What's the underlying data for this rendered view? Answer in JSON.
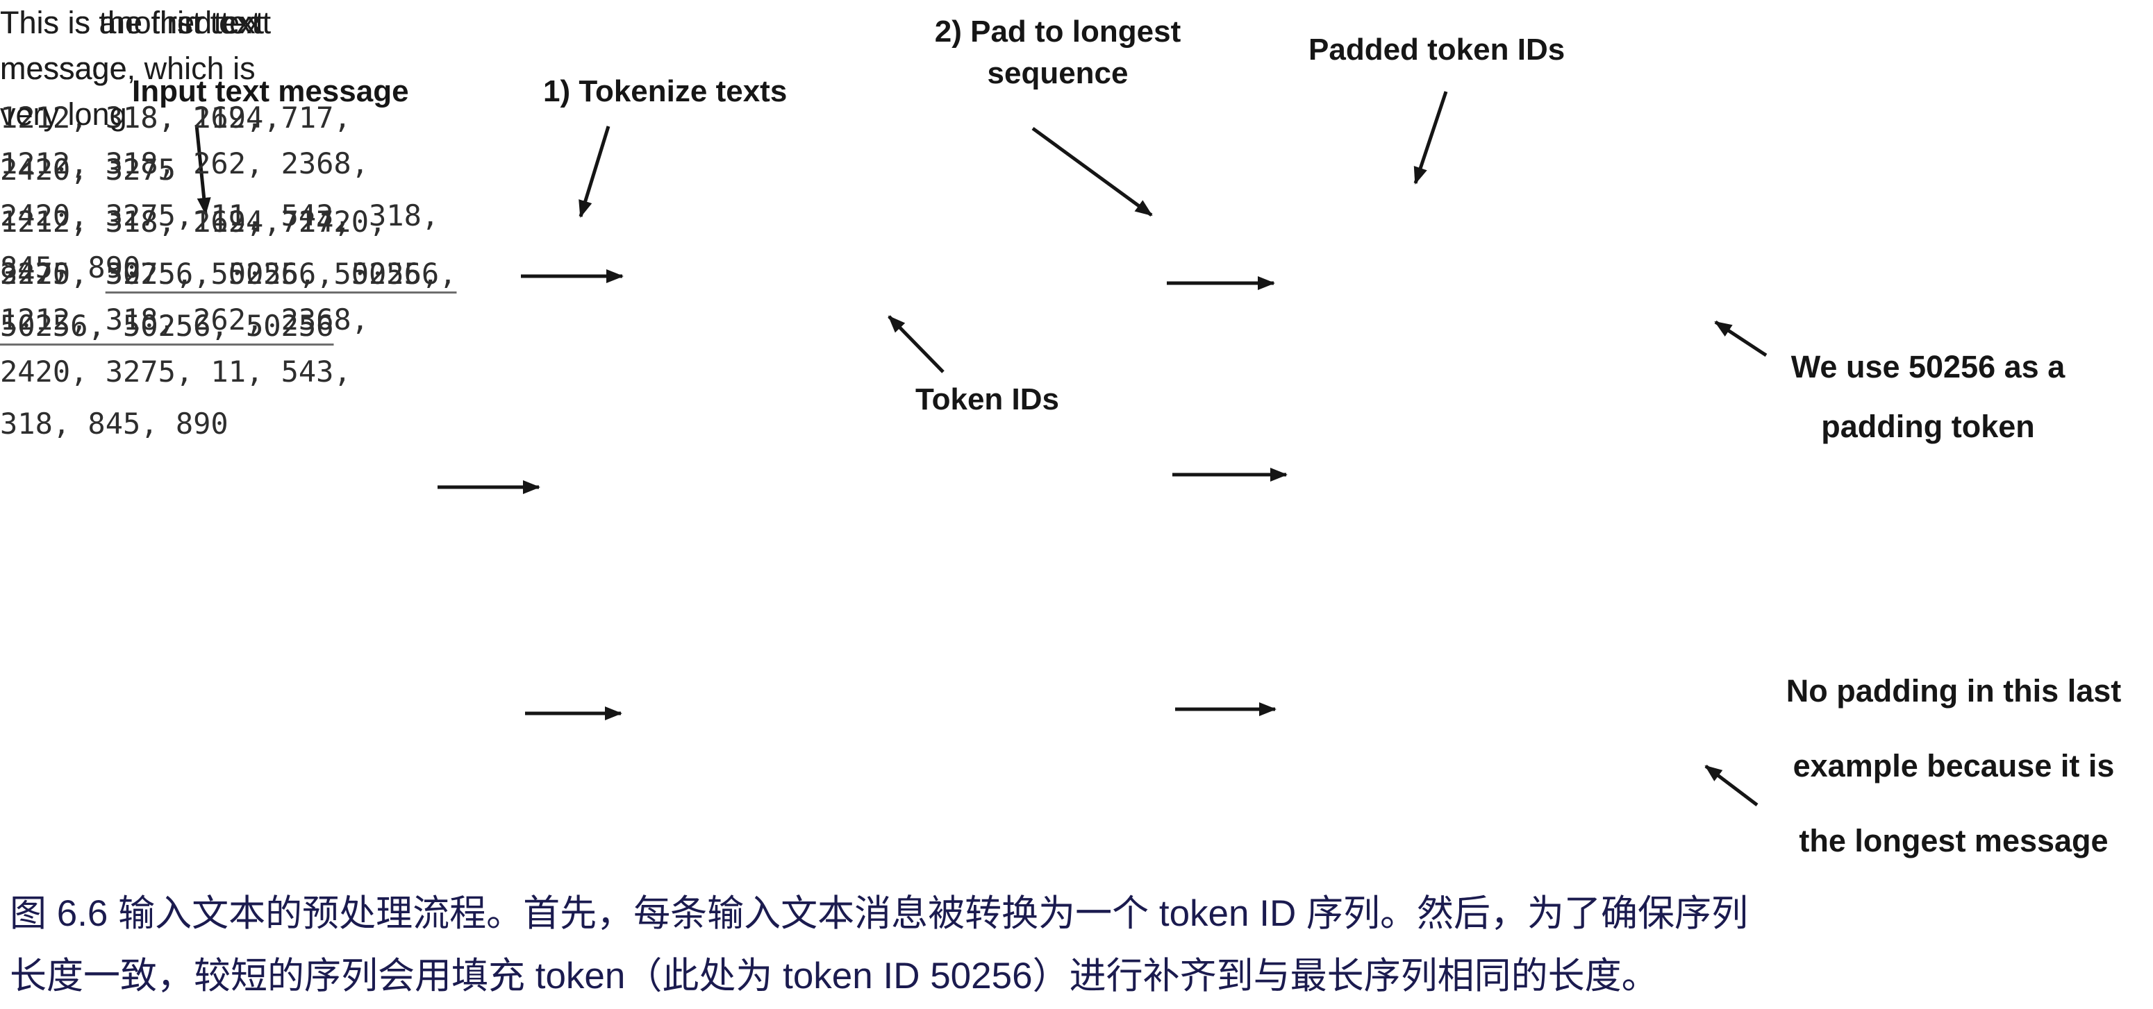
{
  "figure": {
    "labels": {
      "input_text_message": "Input text message",
      "tokenize": "1) Tokenize texts",
      "pad_to_longest": [
        "2) Pad to longest",
        "sequence"
      ],
      "padded_token_ids": "Padded token IDs",
      "token_ids": "Token IDs"
    },
    "notes": {
      "padding_token": [
        "We use 50256 as a",
        "padding token"
      ],
      "no_padding": [
        "No padding in this last",
        "example because it is",
        "the longest message"
      ]
    },
    "rows": [
      {
        "input": [
          "This is the first text",
          "message"
        ],
        "token_ids": [
          "1212, 318, 262, 717,",
          "2420, 3275"
        ],
        "padded": [
          [
            {
              "t": "1212, 318, 262, 717,",
              "u": false
            }
          ],
          [
            {
              "t": "2420, 3275, ",
              "u": false
            },
            {
              "t": "50256, 50256,",
              "u": true
            }
          ],
          [
            {
              "t": "50256, 50256, 50256",
              "u": true
            }
          ]
        ]
      },
      {
        "input": [
          "This is another text",
          "message"
        ],
        "token_ids": [
          "1212, 318, 1194,",
          "2420, 3275"
        ],
        "padded": [
          [
            {
              "t": "1212, 318, 1194, 2420,",
              "u": false
            }
          ],
          [
            {
              "t": "3275, ",
              "u": false
            },
            {
              "t": "50256, 50256, 50256,",
              "u": true
            }
          ],
          [
            {
              "t": "50256, 50256, 50256",
              "u": true
            }
          ]
        ]
      },
      {
        "input": [
          "This is the third text",
          "message, which is",
          "very long"
        ],
        "token_ids": [
          "1212, 318, 262, 2368,",
          "2420, 3275, 11, 543, 318,",
          "845, 890"
        ],
        "padded": [
          [
            {
              "t": "1212, 318, 262, 2368,",
              "u": false
            }
          ],
          [
            {
              "t": "2420, 3275, 11, 543,",
              "u": false
            }
          ],
          [
            {
              "t": "318, 845, 890",
              "u": false
            }
          ]
        ]
      }
    ]
  },
  "caption": {
    "lines": [
      "图 6.6 输入文本的预处理流程。首先，每条输入文本消息被转换为一个 token ID 序列。然后，为了确保序列",
      "长度一致，较短的序列会用填充 token（此处为 token ID 50256）进行补齐到与最长序列相同的长度。"
    ]
  },
  "colors": {
    "background": "#ffffff",
    "diagram_text": "#161616",
    "mono_text": "#2e2e2e",
    "underline": "#6e6e6e",
    "caption_text": "#1b1b4f"
  }
}
